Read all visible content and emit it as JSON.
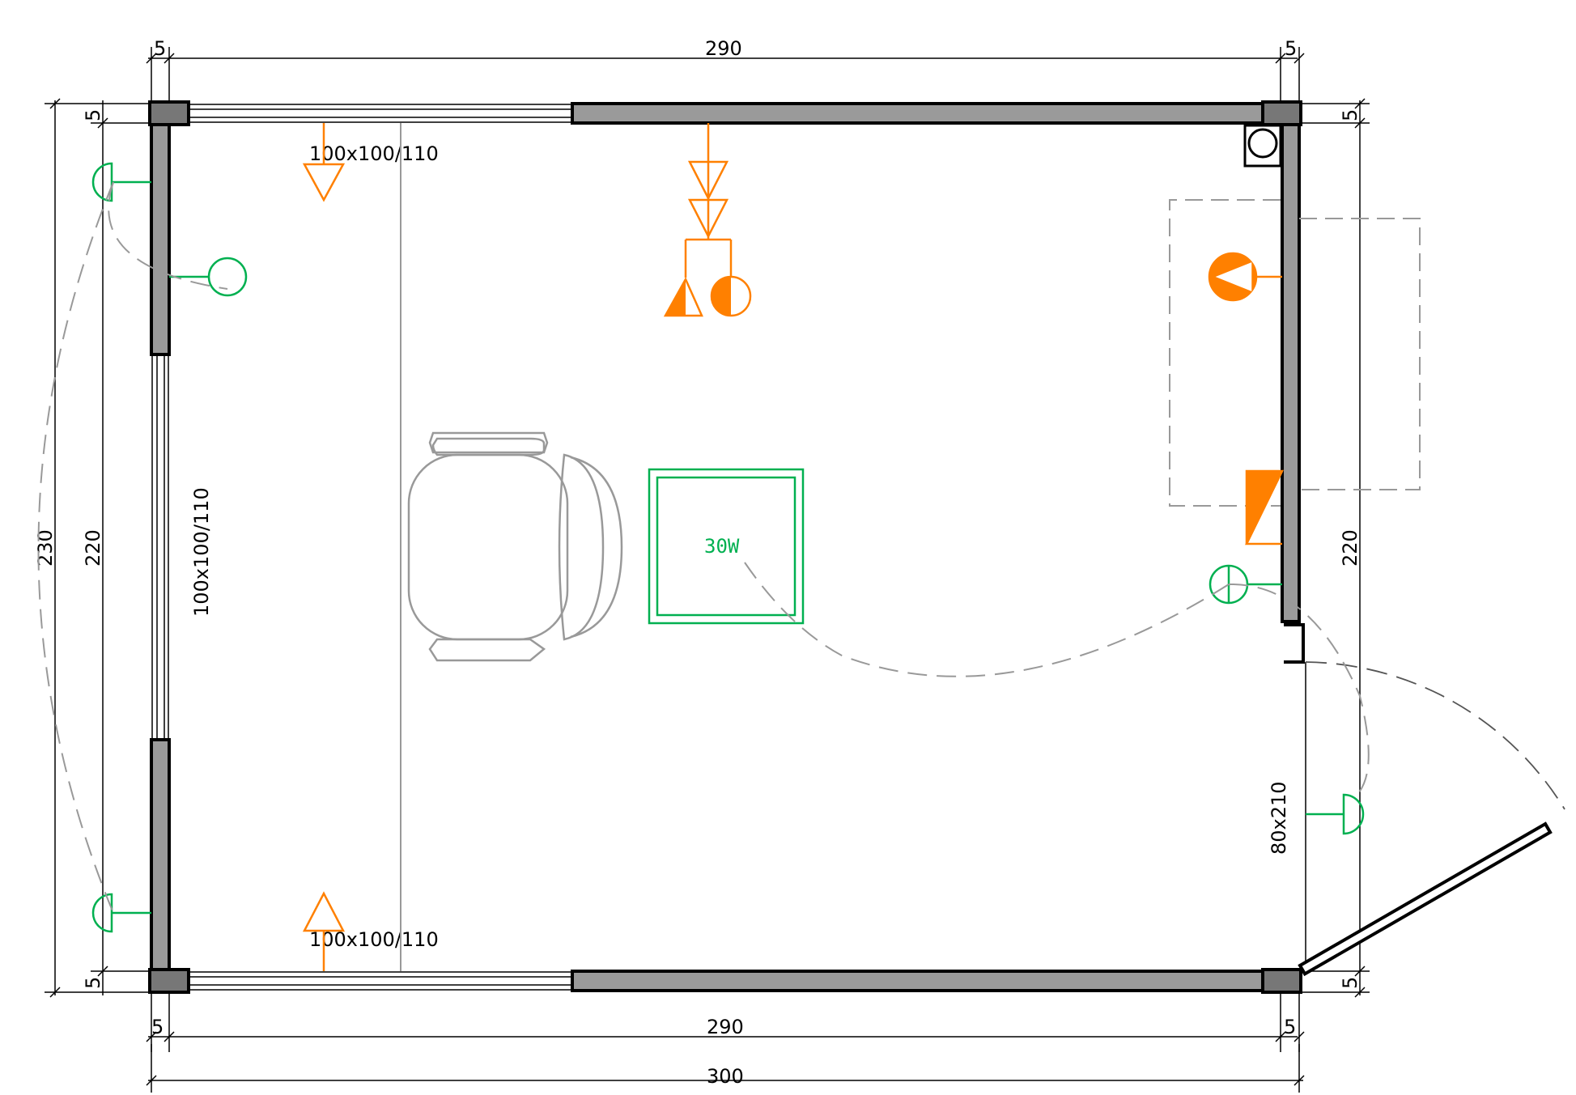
{
  "colors": {
    "wall_fill": "#9a9a9a",
    "wall_stroke": "#000000",
    "dimension": "#000000",
    "light_fixture": "#00b050",
    "electrical": "#ff8000",
    "furniture": "#999999",
    "swing_arc": "#999999"
  },
  "dimensions": {
    "top_left_offset": "5",
    "top_inner_width": "290",
    "top_right_offset": "5",
    "bottom_left_offset": "5",
    "bottom_inner_width": "290",
    "bottom_right_offset": "5",
    "total_width": "300",
    "left_outer_height": "230",
    "left_inner_height": "220",
    "left_top_offset": "5",
    "left_bottom_offset": "5",
    "right_inner_height": "220",
    "right_top_offset": "5",
    "right_bottom_offset": "5"
  },
  "openings": {
    "top_window": "100x100/110",
    "left_window": "100x100/110",
    "bottom_window": "100x100/110",
    "door": "80x210"
  },
  "lamp": {
    "power_label": "30W"
  },
  "icons": {
    "light_switch": "semicircle-switch-icon",
    "wall_outlet": "circle-outlet-icon",
    "radiator_valve": "triangle-down-icon",
    "socket": "half-circle-socket-icon",
    "data_outlet": "half-triangle-icon",
    "ceiling_lamp": "square-lamp-icon",
    "chair": "office-chair-icon",
    "water_heater": "circle-tank-icon"
  }
}
